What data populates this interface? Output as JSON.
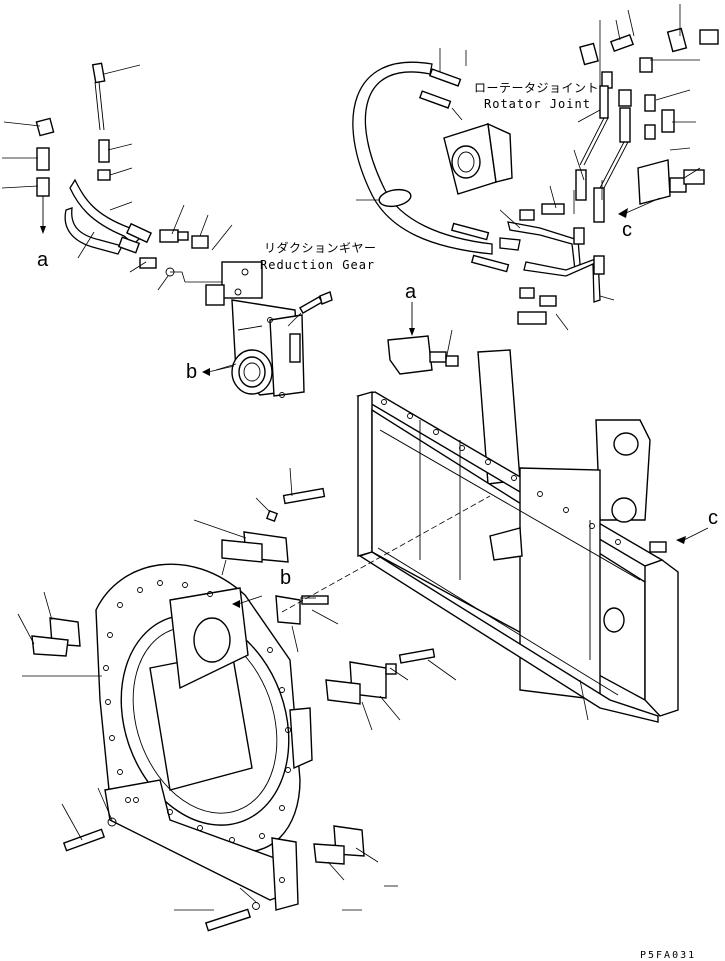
{
  "diagram": {
    "code": "P5FA031",
    "labels": {
      "rotator_joint_ja": "ローテータジョイント",
      "rotator_joint_en": "Rotator Joint",
      "reduction_gear_ja": "リダクションギヤー",
      "reduction_gear_en": "Reduction Gear",
      "ref_a_left": "a",
      "ref_a_mid": "a",
      "ref_b_gear": "b",
      "ref_b_bracket": "b",
      "ref_c_top": "c",
      "ref_c_right": "c"
    }
  }
}
